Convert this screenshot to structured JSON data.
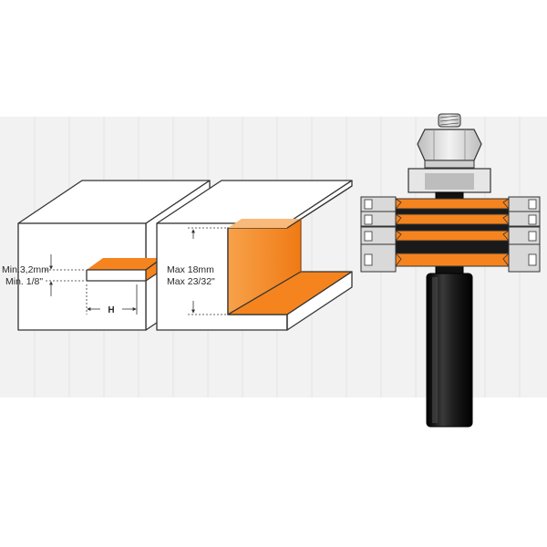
{
  "colors": {
    "background_panel": "#f2f2f2",
    "accent_orange": "#f5841f",
    "outline": "#333333",
    "shank_dark": "#1a1a1a",
    "hardware_gray": "#d9d9d9"
  },
  "slot_diagram": {
    "min_metric": "Min.3,2mm",
    "min_imperial": "Min. 1/8\"",
    "width_label": "H"
  },
  "rebate_diagram": {
    "max_metric": "Max 18mm",
    "max_imperial": "Max 23/32\""
  },
  "cutter": {
    "cutter_count": 4,
    "spacer_count": 3
  }
}
